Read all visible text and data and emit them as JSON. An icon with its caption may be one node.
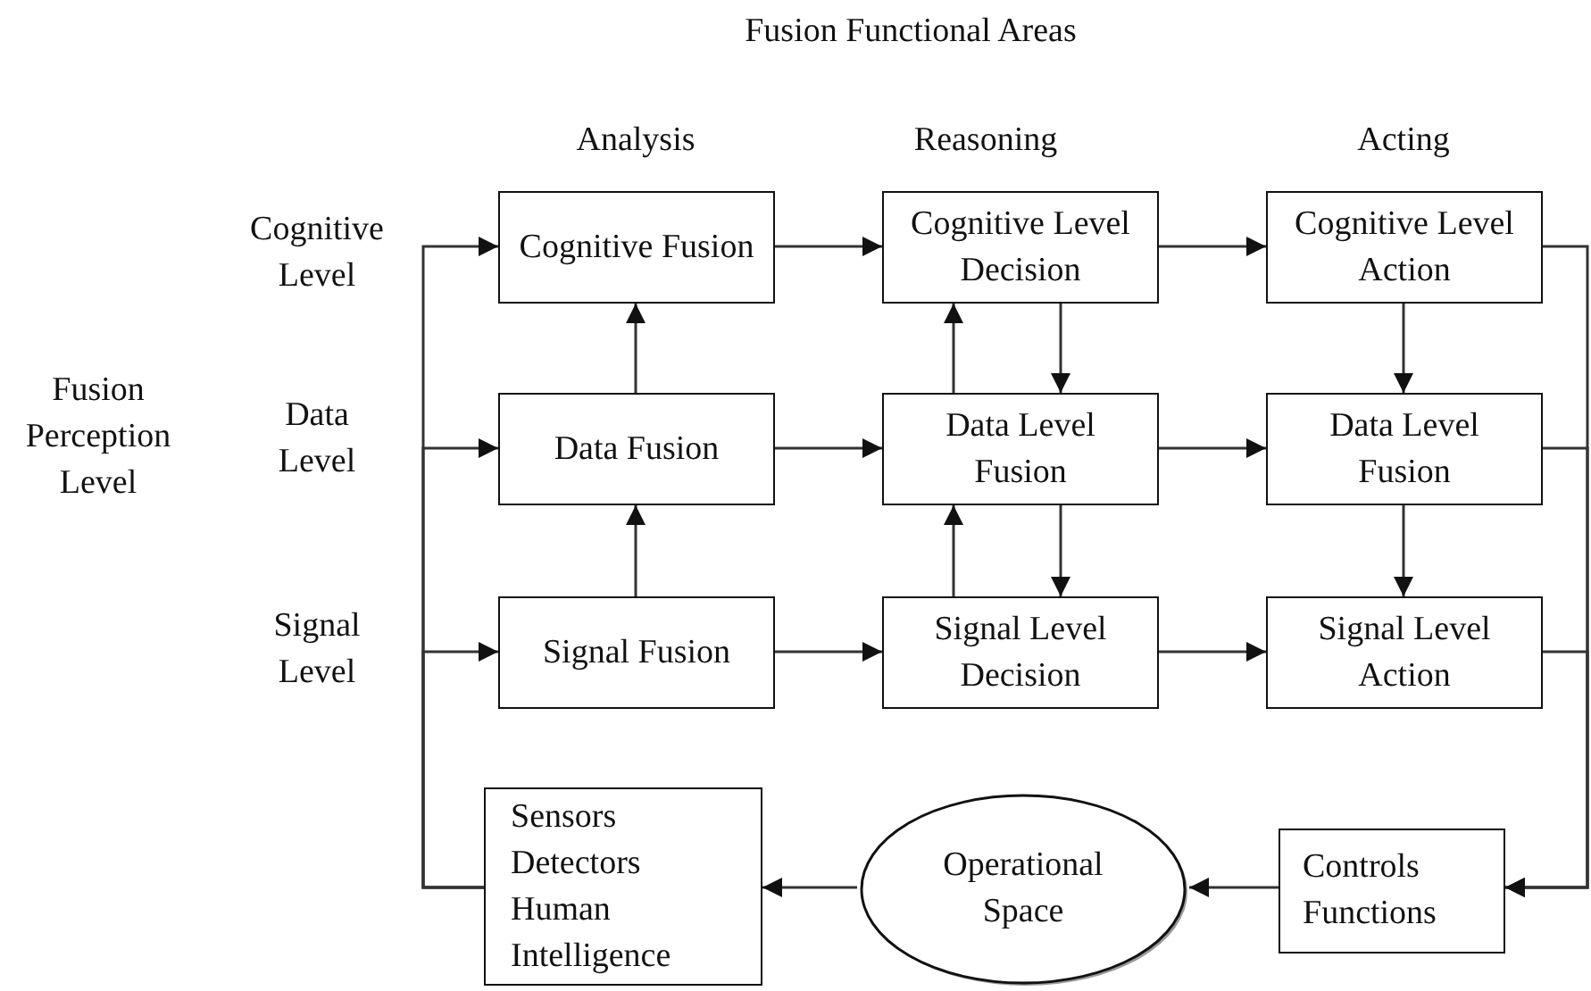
{
  "diagram": {
    "title": "Fusion Functional Areas",
    "nodes": [
      {
        "text": [
          "Cognitive Fusion"
        ]
      },
      {
        "text": [
          "Cognitive Level Decision"
        ]
      },
      {
        "text": [
          "Cognitive Level Action"
        ]
      },
      {
        "text": [
          "Data Fusion"
        ]
      },
      {
        "text": [
          "Data Level Fusion"
        ]
      },
      {
        "text": [
          "Data Level Fusion"
        ]
      },
      {
        "text": [
          "Signal Fusion"
        ]
      },
      {
        "text": [
          "Signal Level Decision"
        ]
      },
      {
        "text": [
          "Signal Level Action"
        ]
      },
      {
        "text": [
          "Sensors Detectors Human Intelligence"
        ]
      },
      {
        "text": [
          "Operational Space"
        ]
      },
      {
        "text": [
          "Controls Functions"
        ]
      }
    ],
    "edges": [
      {
        "from": 0,
        "to": 1,
        "arrow": "to"
      },
      {
        "from": 1,
        "to": 2,
        "arrow": "to"
      },
      {
        "from": 3,
        "to": 4,
        "arrow": "to"
      },
      {
        "from": 4,
        "to": 5,
        "arrow": "to"
      },
      {
        "from": 6,
        "to": 7,
        "arrow": "to"
      },
      {
        "from": 7,
        "to": 8,
        "arrow": "to"
      },
      {
        "from": 3,
        "to": 0,
        "arrow": "to"
      },
      {
        "from": 6,
        "to": 3,
        "arrow": "to"
      },
      {
        "from": 4,
        "to": 1,
        "arrow": "to"
      },
      {
        "from": 1,
        "to": 4,
        "arrow": "to"
      },
      {
        "from": 7,
        "to": 4,
        "arrow": "to"
      },
      {
        "from": 4,
        "to": 7,
        "arrow": "to"
      },
      {
        "from": 2,
        "to": 5,
        "arrow": "to"
      },
      {
        "from": 5,
        "to": 8,
        "arrow": "to"
      },
      {
        "from": 2,
        "to": 11,
        "arrow": "to"
      },
      {
        "from": 5,
        "to": 11,
        "arrow": "to"
      },
      {
        "from": 8,
        "to": 11,
        "arrow": "to"
      },
      {
        "from": 11,
        "to": 10,
        "arrow": "to"
      },
      {
        "from": 10,
        "to": 9,
        "arrow": "to"
      },
      {
        "from": 9,
        "to": 0,
        "arrow": "to"
      },
      {
        "from": 9,
        "to": 3,
        "arrow": "to"
      },
      {
        "from": 9,
        "to": 6,
        "arrow": "to"
      }
    ],
    "labels": [
      "Analysis",
      "Reasoning",
      "Acting",
      "Cognitive Level",
      "Fusion Perception Level",
      "Data Level",
      "Signal Level"
    ]
  }
}
